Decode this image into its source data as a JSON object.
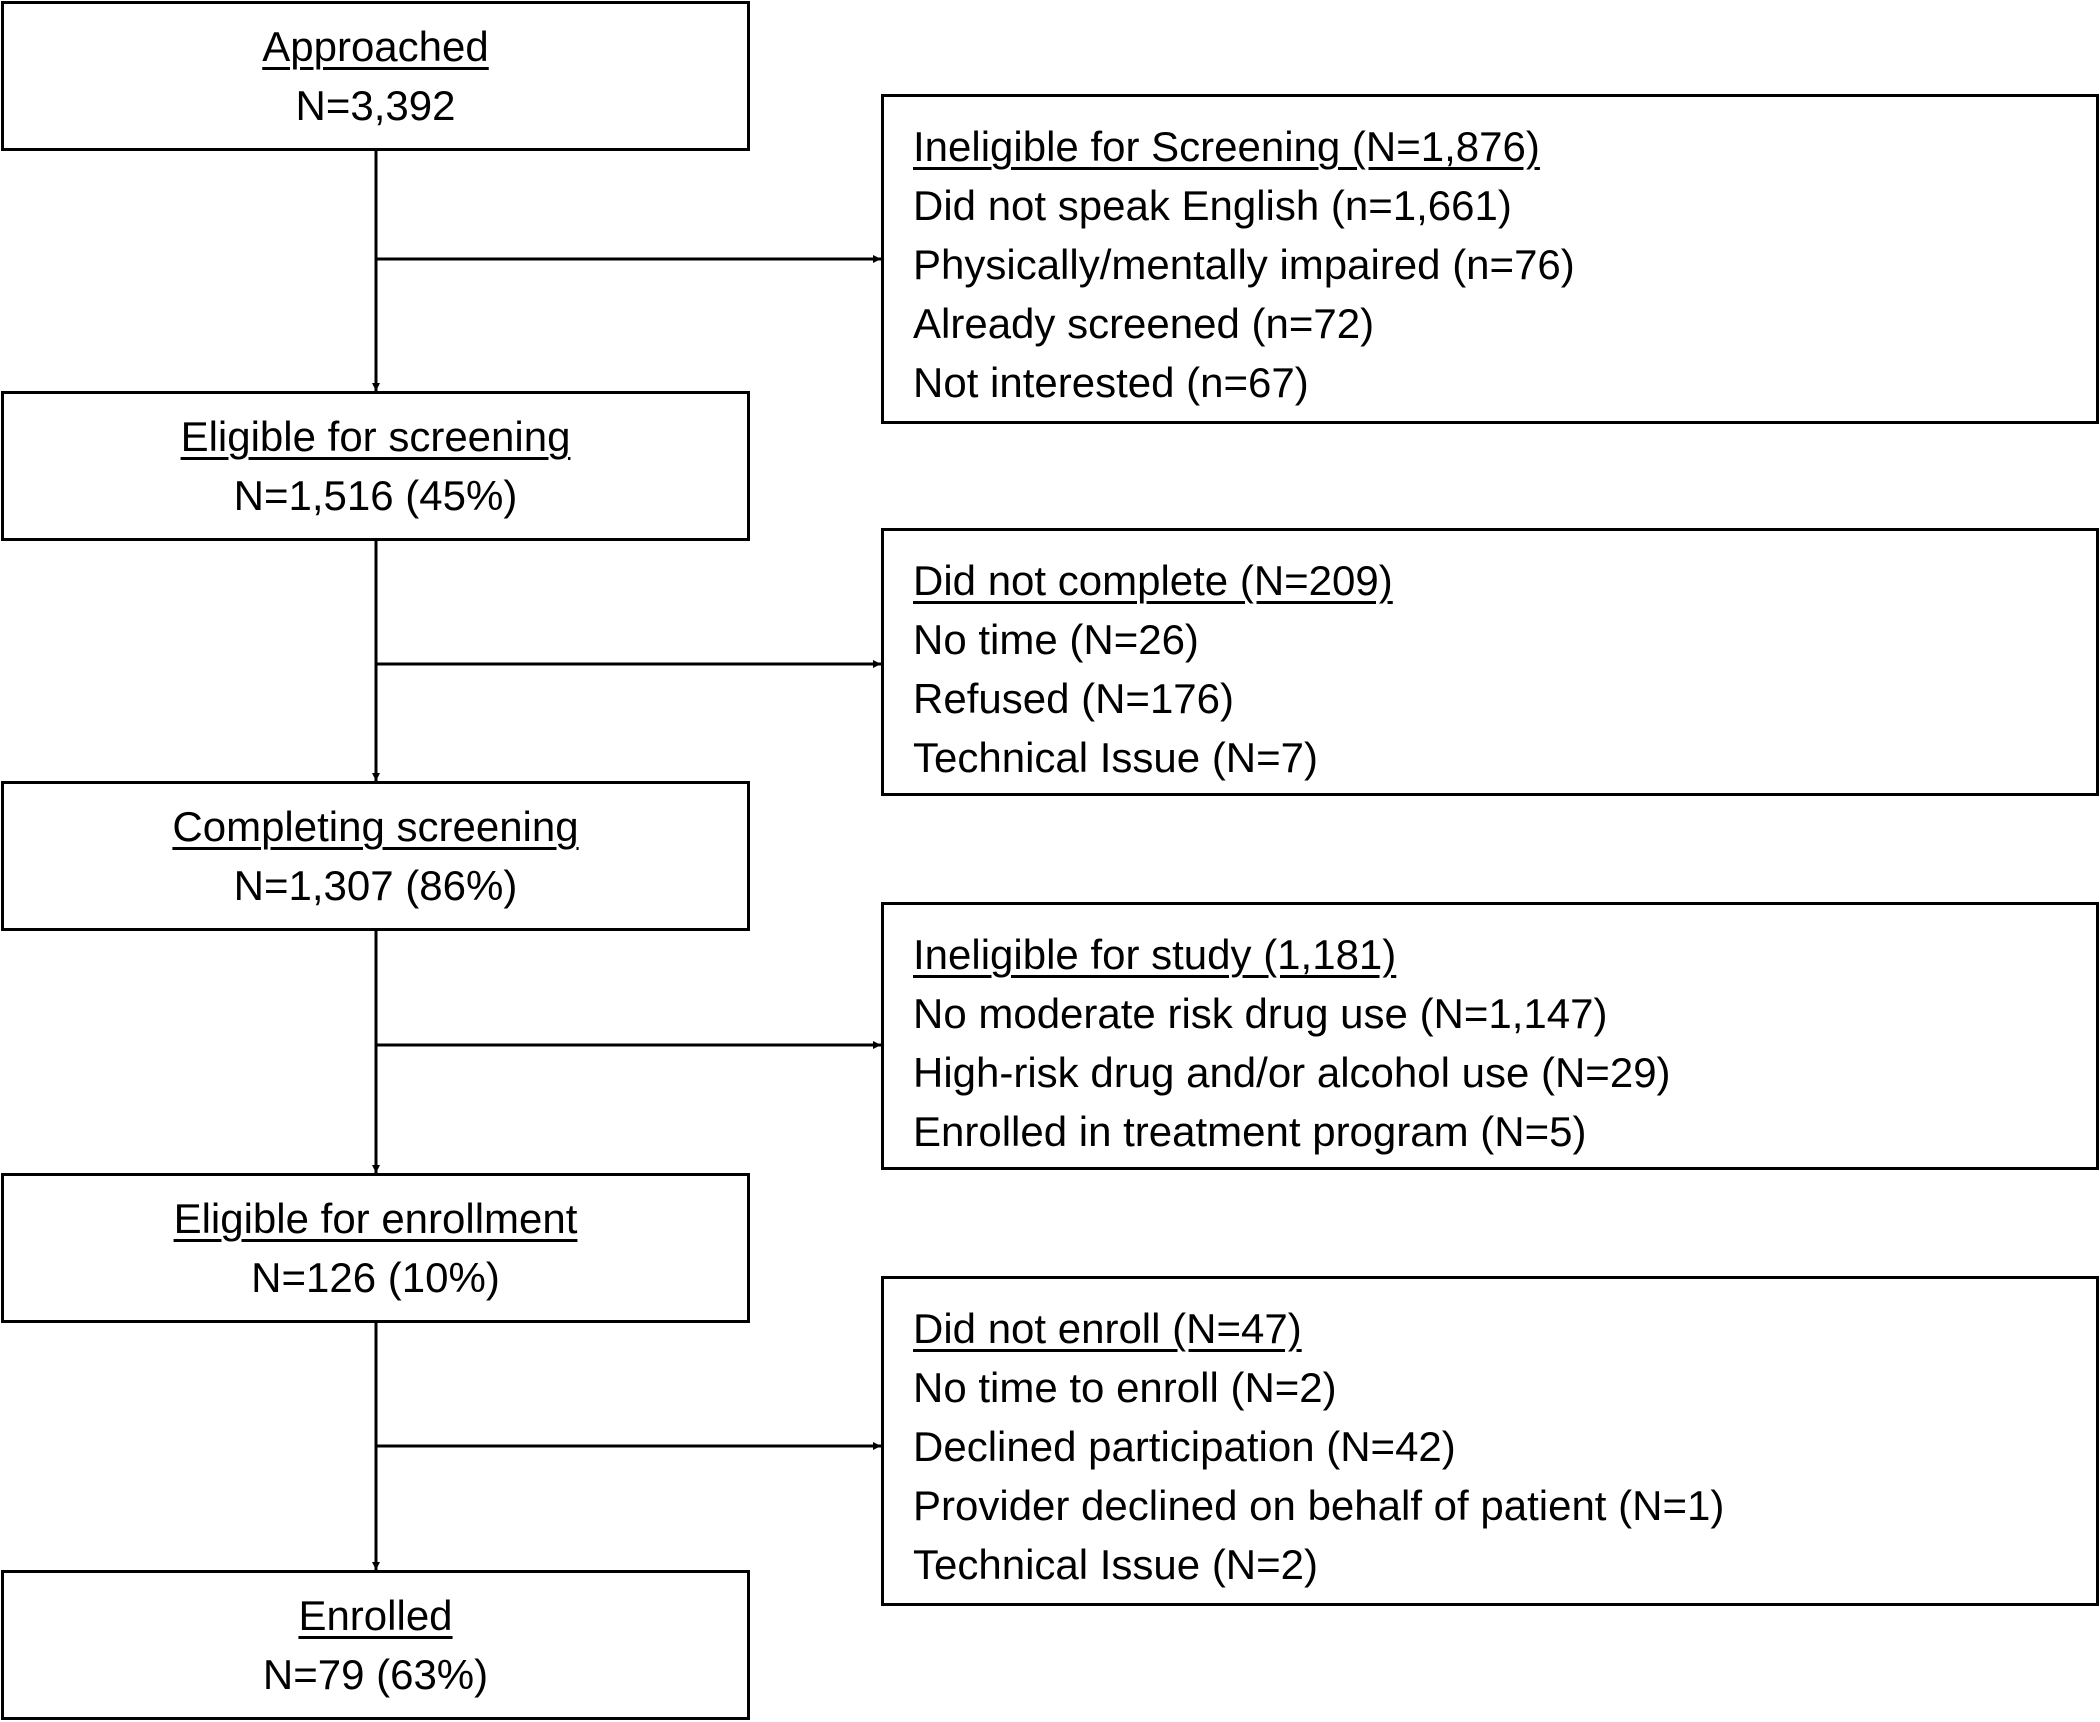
{
  "stages": [
    {
      "title": "Approached",
      "count": "N=3,392"
    },
    {
      "title": "Eligible for screening",
      "count": "N=1,516 (45%)"
    },
    {
      "title": "Completing screening",
      "count": "N=1,307 (86%)"
    },
    {
      "title": "Eligible for enrollment",
      "count": "N=126 (10%)"
    },
    {
      "title": "Enrolled",
      "count": "N=79 (63%)"
    }
  ],
  "exclusions": [
    {
      "title": "Ineligible for Screening (N=1,876)",
      "reasons": [
        "Did not speak English (n=1,661)",
        "Physically/mentally impaired (n=76)",
        "Already screened (n=72)",
        "Not interested (n=67)"
      ]
    },
    {
      "title": "Did not complete (N=209)",
      "reasons": [
        "No time (N=26)",
        "Refused (N=176)",
        "Technical Issue (N=7)"
      ]
    },
    {
      "title": "Ineligible for study (1,181)",
      "reasons": [
        "No moderate risk drug use (N=1,147)",
        "High-risk drug and/or alcohol use (N=29)",
        "Enrolled in treatment program (N=5)"
      ]
    },
    {
      "title": "Did not enroll (N=47)",
      "reasons": [
        "No time to enroll (N=2)",
        "Declined participation (N=42)",
        "Provider declined on behalf of patient (N=1)",
        "Technical Issue (N=2)"
      ]
    }
  ],
  "colors": {
    "line": "#000000",
    "background": "#ffffff"
  }
}
